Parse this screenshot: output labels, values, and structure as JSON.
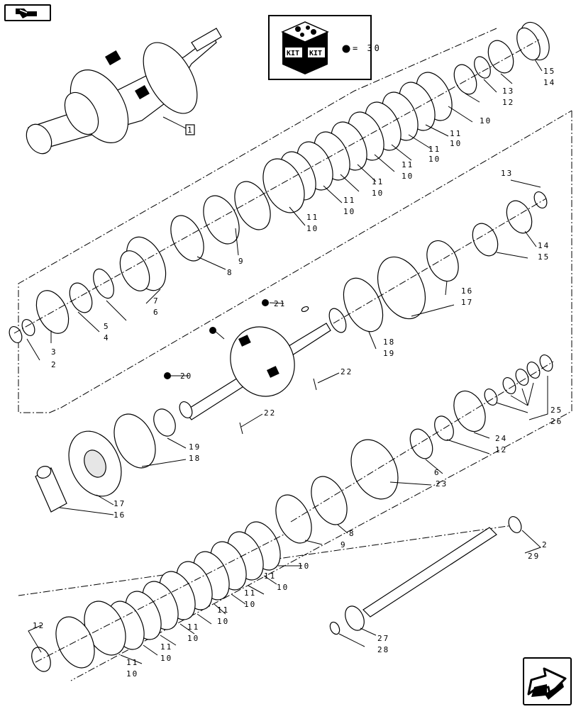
{
  "navigation": {
    "back_icon": "arrow-back-icon",
    "next_icon": "arrow-next-icon"
  },
  "kit_legend": {
    "box_labels": [
      "KIT",
      "KIT"
    ],
    "quantity_label": "= 30"
  },
  "reference_labels": {
    "group": "1",
    "kit_marker_bullets": [
      "21",
      "20",
      ""
    ]
  },
  "callouts": [
    {
      "id": "c1",
      "text": "1"
    },
    {
      "id": "c15a",
      "text": "15"
    },
    {
      "id": "c14a",
      "text": "14"
    },
    {
      "id": "c13a",
      "text": "13"
    },
    {
      "id": "c12a",
      "text": "12"
    },
    {
      "id": "c10a",
      "text": "10"
    },
    {
      "id": "c11a",
      "text": "11"
    },
    {
      "id": "c10b",
      "text": "10"
    },
    {
      "id": "c11b",
      "text": "11"
    },
    {
      "id": "c10c",
      "text": "10"
    },
    {
      "id": "c11c",
      "text": "11"
    },
    {
      "id": "c10d",
      "text": "10"
    },
    {
      "id": "c11d",
      "text": "11"
    },
    {
      "id": "c10e",
      "text": "10"
    },
    {
      "id": "c11e",
      "text": "11"
    },
    {
      "id": "c10f",
      "text": "10"
    },
    {
      "id": "c11f",
      "text": "11"
    },
    {
      "id": "c10g",
      "text": "10"
    },
    {
      "id": "c9a",
      "text": "9"
    },
    {
      "id": "c8a",
      "text": "8"
    },
    {
      "id": "c7",
      "text": "7"
    },
    {
      "id": "c6a",
      "text": "6"
    },
    {
      "id": "c5",
      "text": "5"
    },
    {
      "id": "c4",
      "text": "4"
    },
    {
      "id": "c3",
      "text": "3"
    },
    {
      "id": "c2a",
      "text": "2"
    },
    {
      "id": "c13b",
      "text": "13"
    },
    {
      "id": "c14b",
      "text": "14"
    },
    {
      "id": "c15b",
      "text": "15"
    },
    {
      "id": "c16a",
      "text": "16"
    },
    {
      "id": "c17a",
      "text": "17"
    },
    {
      "id": "c18a",
      "text": "18"
    },
    {
      "id": "c19a",
      "text": "19"
    },
    {
      "id": "c21",
      "text": "21"
    },
    {
      "id": "c22a",
      "text": "22"
    },
    {
      "id": "c20",
      "text": "20"
    },
    {
      "id": "c22b",
      "text": "22"
    },
    {
      "id": "c25",
      "text": "25"
    },
    {
      "id": "c26",
      "text": "26"
    },
    {
      "id": "c24",
      "text": "24"
    },
    {
      "id": "c12b",
      "text": "12"
    },
    {
      "id": "c6b",
      "text": "6"
    },
    {
      "id": "c23",
      "text": "23"
    },
    {
      "id": "c19b",
      "text": "19"
    },
    {
      "id": "c18b",
      "text": "18"
    },
    {
      "id": "c17b",
      "text": "17"
    },
    {
      "id": "c16b",
      "text": "16"
    },
    {
      "id": "c8b",
      "text": "8"
    },
    {
      "id": "c9b",
      "text": "9"
    },
    {
      "id": "c2b",
      "text": "2"
    },
    {
      "id": "c29",
      "text": "29"
    },
    {
      "id": "c10h",
      "text": "10"
    },
    {
      "id": "c11g",
      "text": "11"
    },
    {
      "id": "c10i",
      "text": "10"
    },
    {
      "id": "c11h",
      "text": "11"
    },
    {
      "id": "c10j",
      "text": "10"
    },
    {
      "id": "c11i",
      "text": "11"
    },
    {
      "id": "c10k",
      "text": "10"
    },
    {
      "id": "c11j",
      "text": "11"
    },
    {
      "id": "c10l",
      "text": "10"
    },
    {
      "id": "c11k",
      "text": "11"
    },
    {
      "id": "c10m",
      "text": "10"
    },
    {
      "id": "c27",
      "text": "27"
    },
    {
      "id": "c28",
      "text": "28"
    },
    {
      "id": "c12c",
      "text": "12"
    },
    {
      "id": "c11l",
      "text": "11"
    },
    {
      "id": "c10n",
      "text": "10"
    }
  ]
}
